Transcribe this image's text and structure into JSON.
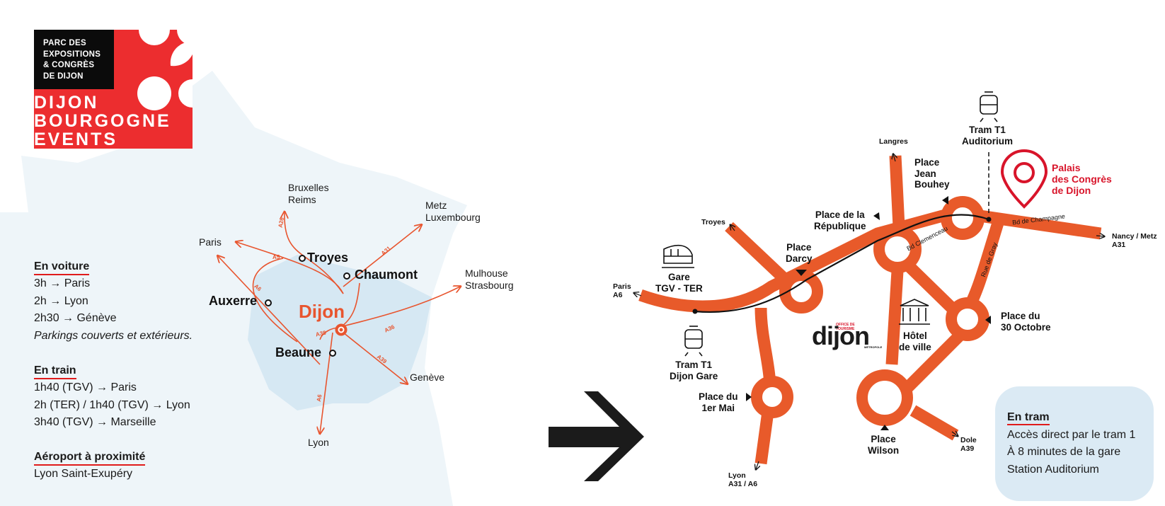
{
  "colors": {
    "brand_red": "#ec2d2f",
    "route_orange": "#e8552f",
    "road_map_orange": "#e85a2a",
    "map_bg": "#eef5f9",
    "region": "#d6e8f3"
  },
  "logo": {
    "small": [
      "PARC DES",
      "EXPOSITIONS",
      "& CONGRÈS",
      "DE DIJON"
    ],
    "big": [
      "DIJON",
      "BOURGOGNE",
      "EVENTS"
    ]
  },
  "info": {
    "car": {
      "title": "En voiture",
      "lines": [
        "3h → Paris",
        "2h → Lyon",
        "2h30 → Génève",
        "Parkings couverts et extérieurs."
      ]
    },
    "train": {
      "title": "En train",
      "lines": [
        "1h40 (TGV) → Paris",
        "2h (TER) / 1h40 (TGV) → Lyon",
        "3h40 (TGV) → Marseille"
      ]
    },
    "airport": {
      "title": "Aéroport à proximité",
      "lines": [
        "Lyon Saint-Exupéry"
      ]
    }
  },
  "region_map": {
    "center": "Dijon",
    "cities": {
      "troyes": "Troyes",
      "chaumont": "Chaumont",
      "auxerre": "Auxerre",
      "beaune": "Beaune"
    },
    "destinations": {
      "paris": "Paris",
      "bruxelles": "Bruxelles",
      "reims": "Reims",
      "metz": "Metz",
      "luxembourg": "Luxembourg",
      "mulhouse": "Mulhouse",
      "strasbourg": "Strasbourg",
      "geneve": "Genève",
      "lyon": "Lyon"
    },
    "roads": {
      "a26": "A26",
      "a5": "A5",
      "a31": "A31",
      "a6_top": "A6",
      "a38": "A38",
      "a36": "A36",
      "a39": "A39",
      "a6_bottom": "A6"
    }
  },
  "arrow_icon": "arrow-right-icon",
  "city_map": {
    "tram_auditorium": [
      "Tram T1",
      "Auditorium"
    ],
    "langres": "Langres",
    "place_jean_bouhey": [
      "Place",
      "Jean",
      "Bouhey"
    ],
    "palais": [
      "Palais",
      "des Congrès",
      "de Dijon"
    ],
    "bd_champagne": "Bd de Champagne",
    "nancy": [
      "Nancy / Metz",
      "A31"
    ],
    "place_republique": [
      "Place de la",
      "République"
    ],
    "troyes": "Troyes",
    "place_darcy": [
      "Place",
      "Darcy"
    ],
    "bd_clemenceau": "Bd Clemenceau",
    "rue_gray": "Rue de Gray",
    "gare": [
      "Gare",
      "TGV - TER"
    ],
    "paris": [
      "Paris",
      "A6"
    ],
    "tram_gare": [
      "Tram T1",
      "Dijon Gare"
    ],
    "place_octobre": [
      "Place du",
      "30 Octobre"
    ],
    "hotel_ville": [
      "Hôtel",
      "de ville"
    ],
    "office_tourisme": {
      "small": "OFFICE DE TOURISME",
      "name": "dijon",
      "sub": "MÉTROPOLE"
    },
    "place_1er_mai": [
      "Place du",
      "1er Mai"
    ],
    "place_wilson": [
      "Place",
      "Wilson"
    ],
    "dole": [
      "Dole",
      "A39"
    ],
    "lyon": [
      "Lyon",
      "A31 / A6"
    ]
  },
  "tram": {
    "title": "En tram",
    "lines": [
      "Accès direct par le tram 1",
      "À 8 minutes de la gare",
      "Station Auditorium"
    ]
  }
}
